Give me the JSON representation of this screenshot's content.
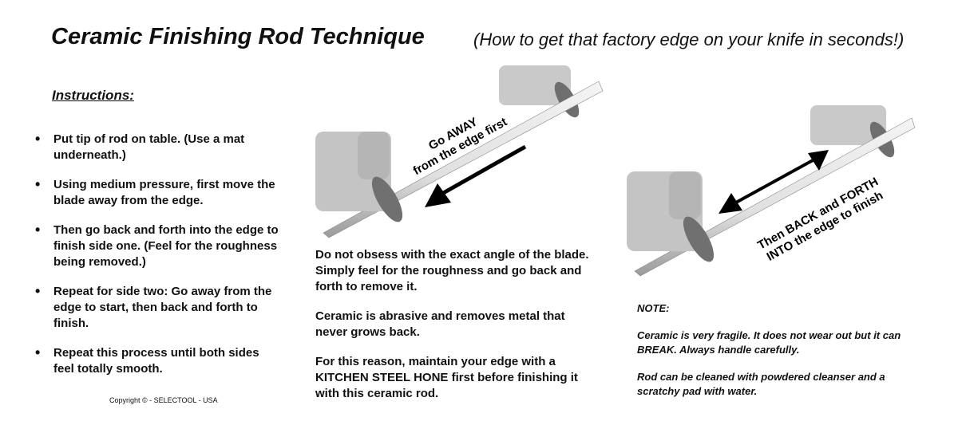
{
  "header": {
    "title": "Ceramic Finishing Rod Technique",
    "subtitle": "(How to get that factory edge on your knife in seconds!)"
  },
  "instructions": {
    "heading": "Instructions:",
    "steps": [
      "Put tip of rod on table. (Use a mat underneath.)",
      "Using medium pressure, first move the blade away from the edge.",
      "Then go back and forth into the edge to finish side one. (Feel for the roughness being removed.)",
      "Repeat for side two: Go away from the edge to start, then back and forth to finish.",
      "Repeat this process until both sides feel totally smooth."
    ],
    "copyright": "Copyright © - SELECTOOL - USA"
  },
  "figure1": {
    "line1": "Go AWAY",
    "line2": "from the edge first"
  },
  "figure2": {
    "line1": "Then BACK and FORTH",
    "line2": "INTO the edge to finish"
  },
  "middle": {
    "paragraphs": [
      "Do not obsess with the exact angle of the blade. Simply feel for the roughness and go back and forth to remove it.",
      "Ceramic is abrasive and removes metal that never grows back.",
      "For this reason, maintain your edge with a KITCHEN STEEL HONE first before finishing it with this ceramic rod."
    ]
  },
  "note": {
    "heading": "NOTE:",
    "paragraphs": [
      "Ceramic is very fragile. It does not wear out but it can BREAK. Always handle carefully.",
      "Rod can be cleaned with powdered cleanser and a scratchy pad with water."
    ]
  }
}
